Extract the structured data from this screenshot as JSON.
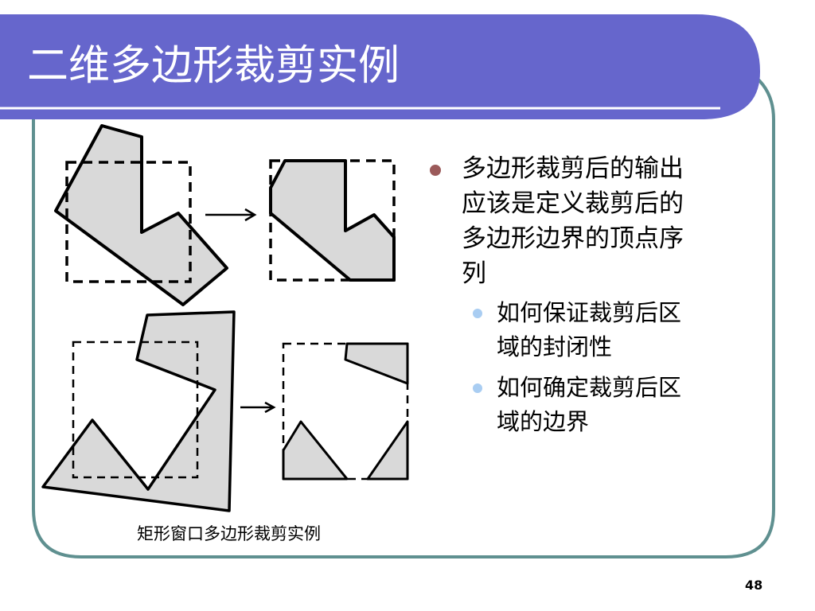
{
  "slide": {
    "title": "二维多边形裁剪实例",
    "caption": "矩形窗口多边形裁剪实例",
    "page_number": "48",
    "bullets": [
      {
        "text": "多边形裁剪后的输出应该是定义裁剪后的多边形边界的顶点序列",
        "lines": [
          "多边形裁剪后的输出",
          "应该是定义裁剪后的",
          "多边形边界的顶点序",
          "列"
        ],
        "sub": [
          {
            "lines": [
              "如何保证裁剪后区",
              "域的封闭性"
            ]
          },
          {
            "lines": [
              "如何确定裁剪后区",
              "域的边界"
            ]
          }
        ]
      }
    ]
  },
  "colors": {
    "title_bar": "#6666cc",
    "frame_border": "#5f9090",
    "polygon_fill": "#d9d9d9",
    "bullet_l1": "#9b5a5a",
    "bullet_l2": "#a9cdf2"
  }
}
